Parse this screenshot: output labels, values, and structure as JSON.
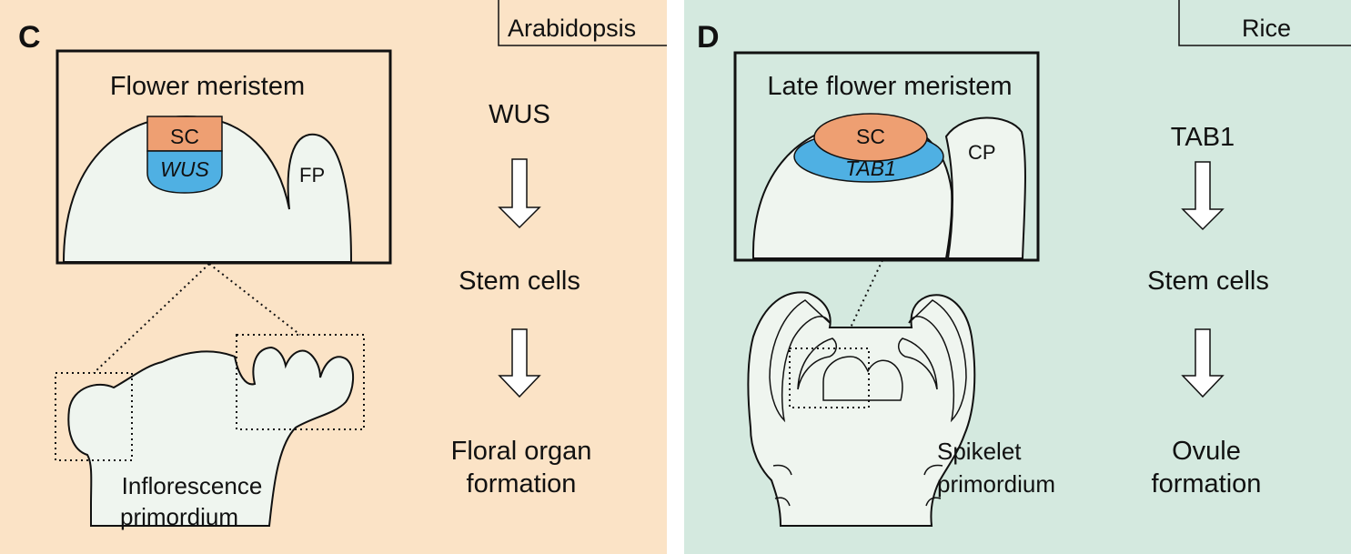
{
  "colors": {
    "panel_c_bg": "#fbe3c6",
    "panel_d_bg": "#d4e9df",
    "tissue": "#eff5ef",
    "stem_cells": "#ee9f72",
    "organizer": "#4fb0e3",
    "outline": "#111111"
  },
  "panel_c": {
    "letter": "C",
    "species": "Arabidopsis",
    "inset_title": "Flower meristem",
    "sc_label": "SC",
    "organizer_label": "WUS",
    "fp_label": "FP",
    "pathway": [
      "WUS",
      "Stem cells",
      "Floral organ",
      "formation"
    ],
    "tissue_label": [
      "Inflorescence",
      "primordium"
    ]
  },
  "panel_d": {
    "letter": "D",
    "species": "Rice",
    "inset_title": "Late flower meristem",
    "sc_label": "SC",
    "organizer_label": "TAB1",
    "cp_label": "CP",
    "pathway": [
      "TAB1",
      "Stem cells",
      "Ovule",
      "formation"
    ],
    "tissue_label": [
      "Spikelet",
      "primordium"
    ]
  }
}
